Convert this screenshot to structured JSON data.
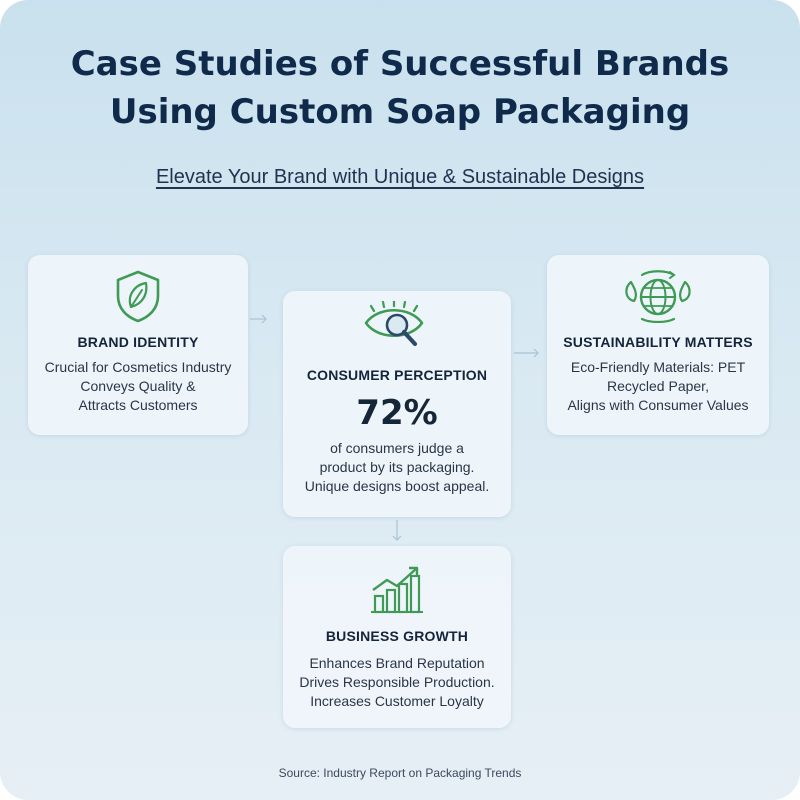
{
  "header": {
    "title_line1": "Case Studies of Successful Brands",
    "title_line2": "Using Custom Soap Packaging",
    "subtitle": "Elevate Your Brand with Unique & Sustainable Designs"
  },
  "cards": {
    "brand_identity": {
      "icon": "leaf-shield-icon",
      "heading": "BRAND IDENTITY",
      "lines": [
        "Crucial for Cosmetics Industry",
        "Conveys Quality &",
        "Attracts Customers"
      ]
    },
    "consumer_perception": {
      "icon": "eye-magnifier-icon",
      "heading": "CONSUMER PERCEPTION",
      "stat": "72%",
      "lines": [
        "of consumers judge a",
        "product by its packaging.",
        "Unique designs boost appeal."
      ]
    },
    "sustainability": {
      "icon": "eco-globe-icon",
      "heading": "SUSTAINABILITY MATTERS",
      "lines": [
        "Eco-Friendly Materials: PET",
        "Recycled Paper,",
        "Aligns with Consumer Values"
      ]
    },
    "business_growth": {
      "icon": "growth-chart-icon",
      "heading": "BUSINESS GROWTH",
      "lines": [
        "Enhances Brand Reputation",
        "Drives Responsible Production.",
        "Increases Customer Loyalty"
      ]
    }
  },
  "footer": {
    "source": "Source: Industry Report on Packaging Trends"
  },
  "colors": {
    "icon_green": "#3f9a55",
    "icon_blue": "#2c4a68",
    "title": "#0f2a4a",
    "background_top": "#c9e1ee",
    "background_bottom": "#e6eff5"
  }
}
